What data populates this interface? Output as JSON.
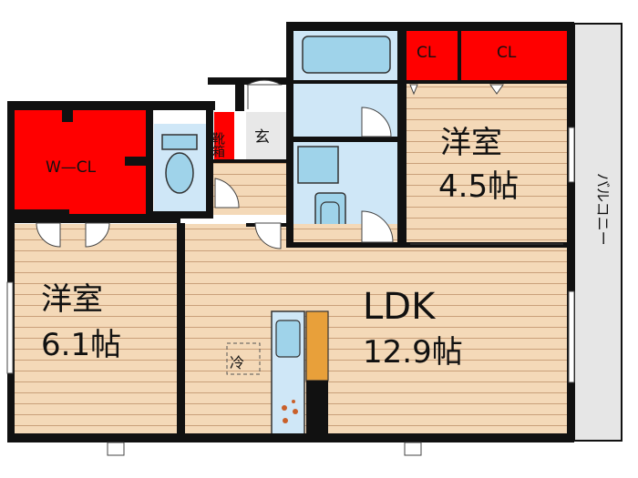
{
  "rooms": {
    "western_small": {
      "name": "洋室",
      "size": "4.5帖"
    },
    "western_large": {
      "name": "洋室",
      "size": "6.1帖"
    },
    "ldk": {
      "name": "LDK",
      "size": "12.9帖"
    },
    "walk_in_closet": {
      "label": "W—CL"
    },
    "closet_left": {
      "label": "CL"
    },
    "closet_right": {
      "label": "CL"
    },
    "shoe_box": {
      "label": "靴箱"
    },
    "entrance": {
      "label": "玄"
    },
    "balcony": {
      "label": "バルコニー"
    }
  },
  "colors": {
    "wood_floor": "#f4d9b8",
    "wood_line": "#c9a07a",
    "closet": "#ff0000",
    "wet_area": "#cfe7f7",
    "fixture": "#9fd3ea",
    "wall": "#111111",
    "balcony": "#e6e6e6",
    "entry_floor": "#e8e8e8",
    "counter": "#e8a03a"
  }
}
